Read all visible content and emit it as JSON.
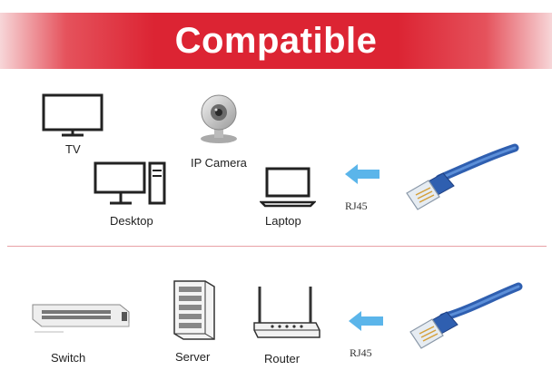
{
  "banner": {
    "title": "Compatible"
  },
  "devices_top": {
    "tv": "TV",
    "ip_camera": "IP Camera",
    "desktop": "Desktop",
    "laptop": "Laptop",
    "connector": "RJ45"
  },
  "devices_bottom": {
    "switch": "Switch",
    "server": "Server",
    "router": "Router",
    "connector": "RJ45"
  },
  "colors": {
    "banner_red": "#dc2433",
    "arrow_blue": "#5bb5ea",
    "cable_blue": "#2f5fb0"
  }
}
